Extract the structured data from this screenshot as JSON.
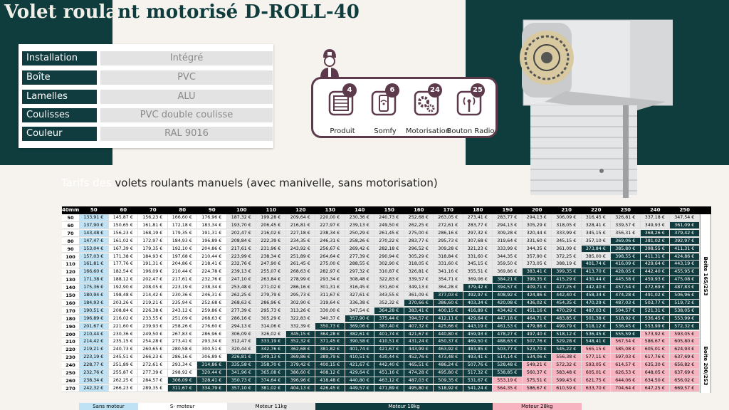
{
  "title_part1": "Volet roula",
  "title_part2": "nt motorisé D-ROLL-40",
  "specs": [
    {
      "label": "Installation",
      "value": "Intégré"
    },
    {
      "label": "Boîte",
      "value": "PVC"
    },
    {
      "label": "Lamelles",
      "value": "ALU"
    },
    {
      "label": "Coulisses",
      "value": "PVC double coulisse"
    },
    {
      "label": "Couleur",
      "value": "RAL 9016"
    }
  ],
  "features": [
    {
      "badge": "4",
      "label": "Produit",
      "icon": "window-icon"
    },
    {
      "badge": "6",
      "label": "Somfy",
      "icon": "smartphone-wifi-icon"
    },
    {
      "badge": "24",
      "label": "Motorisation",
      "icon": "gears-icon"
    },
    {
      "badge": "25",
      "label": "Bouton Radio",
      "icon": "radio-antenna-icon"
    }
  ],
  "subtitle_part1": "Tarifs des",
  "subtitle_part2": " volets roulants manuels (avec manivelle, sans motorisation)",
  "corner": "40mm",
  "widths": [
    "50",
    "60",
    "70",
    "80",
    "90",
    "100",
    "110",
    "120",
    "130",
    "140",
    "150",
    "160",
    "170",
    "180",
    "190",
    "200",
    "210",
    "220",
    "230",
    "240",
    "250"
  ],
  "heights": [
    "50",
    "60",
    "70",
    "80",
    "90",
    "100",
    "110",
    "120",
    "130",
    "140",
    "150",
    "160",
    "170",
    "180",
    "190",
    "200",
    "210",
    "220",
    "230",
    "240",
    "250",
    "260",
    "270"
  ],
  "prices": [
    [
      "133,91 €",
      "145,87 €",
      "156,23 €",
      "166,60 €",
      "176,96 €",
      "187,32 €",
      "199,28 €",
      "209,64 €",
      "220,00 €",
      "230,36 €",
      "240,73 €",
      "252,68 €",
      "263,05 €",
      "273,41 €",
      "283,77 €",
      "294,13 €",
      "306,09 €",
      "316,45 €",
      "326,81 €",
      "337,18 €",
      "347,54 €"
    ],
    [
      "137,90 €",
      "150,65 €",
      "161,81 €",
      "172,18 €",
      "183,34 €",
      "193,70 €",
      "206,45 €",
      "216,81 €",
      "227,97 €",
      "239,13 €",
      "249,50 €",
      "262,25 €",
      "272,61 €",
      "283,77 €",
      "294,13 €",
      "305,29 €",
      "318,05 €",
      "328,41 €",
      "339,57 €",
      "349,93 €",
      "361,09 €"
    ],
    [
      "143,48 €",
      "156,23 €",
      "168,19 €",
      "179,35 €",
      "191,31 €",
      "202,47 €",
      "216,02 €",
      "227,18 €",
      "238,34 €",
      "250,29 €",
      "261,45 €",
      "275,00 €",
      "286,16 €",
      "297,32 €",
      "309,28 €",
      "320,44 €",
      "333,99 €",
      "345,15 €",
      "356,31 €",
      "368,26 €",
      "379,42 €"
    ],
    [
      "147,47 €",
      "161,02 €",
      "172,97 €",
      "184,93 €",
      "196,89 €",
      "208,84 €",
      "222,39 €",
      "234,35 €",
      "246,31 €",
      "258,26 €",
      "270,22 €",
      "283,77 €",
      "295,73 €",
      "307,68 €",
      "319,64 €",
      "331,60 €",
      "345,15 €",
      "357,10 €",
      "369,06 €",
      "381,02 €",
      "392,97 €"
    ],
    [
      "153,04 €",
      "167,39 €",
      "179,35 €",
      "192,10 €",
      "204,86 €",
      "217,61 €",
      "231,96 €",
      "243,92 €",
      "256,67 €",
      "269,42 €",
      "282,18 €",
      "296,52 €",
      "309,28 €",
      "321,23 €",
      "333,99 €",
      "344,35 €",
      "361,09 €",
      "373,84 €",
      "385,80 €",
      "398,55 €",
      "411,31 €"
    ],
    [
      "157,03 €",
      "171,38 €",
      "184,93 €",
      "197,68 €",
      "210,44 €",
      "223,99 €",
      "238,34 €",
      "251,89 €",
      "264,64 €",
      "277,39 €",
      "290,94 €",
      "305,29 €",
      "318,84 €",
      "331,60 €",
      "344,35 €",
      "357,90 €",
      "372,25 €",
      "385,00 €",
      "398,55 €",
      "411,31 €",
      "424,86 €"
    ],
    [
      "161,81 €",
      "177,76 €",
      "191,31 €",
      "204,86 €",
      "218,41 €",
      "232,76 €",
      "247,90 €",
      "261,45 €",
      "275,00 €",
      "288,55 €",
      "302,90 €",
      "318,05 €",
      "331,60 €",
      "345,15 €",
      "359,50 €",
      "373,05 €",
      "388,19 €",
      "401,74 €",
      "416,09 €",
      "429,64 €",
      "443,19 €"
    ],
    [
      "166,60 €",
      "182,54 €",
      "196,09 €",
      "210,44 €",
      "224,78 €",
      "239,13 €",
      "255,07 €",
      "268,63 €",
      "282,97 €",
      "297,32 €",
      "310,87 €",
      "326,81 €",
      "341,16 €",
      "355,51 €",
      "369,86 €",
      "383,41 €",
      "399,35 €",
      "413,70 €",
      "428,05 €",
      "442,40 €",
      "455,95 €"
    ],
    [
      "171,38 €",
      "188,12 €",
      "202,47 €",
      "217,61 €",
      "232,76 €",
      "247,10 €",
      "263,84 €",
      "278,99 €",
      "293,34 €",
      "308,48 €",
      "322,83 €",
      "339,57 €",
      "354,71 €",
      "369,06 €",
      "384,21 €",
      "399,35 €",
      "415,29 €",
      "430,44 €",
      "445,58 €",
      "459,93 €",
      "475,08 €"
    ],
    [
      "175,36 €",
      "192,90 €",
      "208,05 €",
      "223,19 €",
      "238,34 €",
      "253,48 €",
      "271,02 €",
      "286,16 €",
      "301,31 €",
      "316,45 €",
      "331,60 €",
      "349,13 €",
      "364,28 €",
      "379,42 €",
      "394,57 €",
      "409,71 €",
      "427,25 €",
      "442,40 €",
      "457,54 €",
      "472,69 €",
      "487,83 €"
    ],
    [
      "180,94 €",
      "198,48 €",
      "214,42 €",
      "230,36 €",
      "246,31 €",
      "262,25 €",
      "279,79 €",
      "295,73 €",
      "311,67 €",
      "327,61 €",
      "343,55 €",
      "361,09 €",
      "377,03 €",
      "392,97 €",
      "408,92 €",
      "424,86 €",
      "442,40 €",
      "458,34 €",
      "474,28 €",
      "491,02 €",
      "506,96 €"
    ],
    [
      "184,93 €",
      "203,26 €",
      "219,21 €",
      "235,94 €",
      "252,68 €",
      "268,63 €",
      "286,96 €",
      "302,90 €",
      "319,64 €",
      "336,38 €",
      "352,32 €",
      "370,66 €",
      "386,60 €",
      "403,34 €",
      "420,08 €",
      "436,02 €",
      "454,35 €",
      "470,29 €",
      "487,03 €",
      "503,77 €",
      "519,72 €"
    ],
    [
      "190,51 €",
      "208,84 €",
      "226,38 €",
      "243,12 €",
      "259,86 €",
      "277,39 €",
      "295,73 €",
      "313,26 €",
      "330,00 €",
      "347,54 €",
      "364,28 €",
      "383,41 €",
      "400,15 €",
      "416,89 €",
      "434,42 €",
      "451,16 €",
      "470,29 €",
      "487,03 €",
      "504,57 €",
      "521,31 €",
      "538,05 €"
    ],
    [
      "196,89 €",
      "216,02 €",
      "233,55 €",
      "251,09 €",
      "268,63 €",
      "286,16 €",
      "305,29 €",
      "322,83 €",
      "340,37 €",
      "357,90 €",
      "375,44 €",
      "394,57 €",
      "412,11 €",
      "429,64 €",
      "447,18 €",
      "464,71 €",
      "483,85 €",
      "501,38 €",
      "518,92 €",
      "536,45 €",
      "553,99 €"
    ],
    [
      "201,67 €",
      "221,60 €",
      "239,93 €",
      "258,26 €",
      "276,60 €",
      "294,13 €",
      "314,06 €",
      "332,39 €",
      "350,73 €",
      "369,06 €",
      "387,40 €",
      "407,32 €",
      "425,66 €",
      "443,19 €",
      "461,53 €",
      "479,86 €",
      "499,79 €",
      "518,12 €",
      "536,45 €",
      "553,99 €",
      "572,32 €"
    ],
    [
      "210,44 €",
      "230,36 €",
      "249,50 €",
      "267,83 €",
      "286,96 €",
      "306,09 €",
      "326,02 €",
      "345,15 €",
      "364,28 €",
      "382,61 €",
      "401,74 €",
      "421,67 €",
      "440,80 €",
      "459,93 €",
      "478,27 €",
      "497,40 €",
      "518,12 €",
      "536,45 €",
      "555,59 €",
      "573,92 €",
      "593,05 €"
    ],
    [
      "214,42 €",
      "235,15 €",
      "254,28 €",
      "273,41 €",
      "293,34 €",
      "312,47 €",
      "333,19 €",
      "352,32 €",
      "371,45 €",
      "390,58 €",
      "410,51 €",
      "431,24 €",
      "450,37 €",
      "469,50 €",
      "488,63 €",
      "507,76 €",
      "529,28 €",
      "548,41 €",
      "567,54 €",
      "586,67 €",
      "605,80 €"
    ],
    [
      "219,21 €",
      "240,73 €",
      "260,65 €",
      "280,58 €",
      "300,51 €",
      "320,44 €",
      "342,76 €",
      "362,68 €",
      "381,82 €",
      "401,74 €",
      "421,67 €",
      "443,99 €",
      "463,92 €",
      "483,85 €",
      "503,77 €",
      "523,70 €",
      "545,22 €",
      "565,15 €",
      "585,08 €",
      "605,01 €",
      "624,93 €"
    ],
    [
      "223,19 €",
      "245,51 €",
      "266,23 €",
      "286,16 €",
      "306,89 €",
      "326,81 €",
      "349,13 €",
      "369,86 €",
      "389,79 €",
      "410,51 €",
      "430,44 €",
      "452,76 €",
      "473,48 €",
      "493,41 €",
      "514,14 €",
      "534,06 €",
      "556,38 €",
      "577,11 €",
      "597,03 €",
      "617,76 €",
      "637,69 €"
    ],
    [
      "228,77 €",
      "251,89 €",
      "272,61 €",
      "293,34 €",
      "314,86 €",
      "335,58 €",
      "358,70 €",
      "379,42 €",
      "400,15 €",
      "421,67 €",
      "442,40 €",
      "465,51 €",
      "486,24 €",
      "507,76 €",
      "528,48 €",
      "549,21 €",
      "572,32 €",
      "593,05 €",
      "614,57 €",
      "635,30 €",
      "656,82 €"
    ],
    [
      "232,76 €",
      "255,87 €",
      "277,39 €",
      "298,92 €",
      "320,44 €",
      "341,96 €",
      "365,08 €",
      "386,60 €",
      "408,12 €",
      "429,64 €",
      "451,16 €",
      "474,28 €",
      "495,80 €",
      "517,32 €",
      "538,85 €",
      "560,37 €",
      "583,48 €",
      "605,01 €",
      "626,53 €",
      "648,05 €",
      "637,69 €"
    ],
    [
      "238,34 €",
      "262,25 €",
      "284,57 €",
      "306,09 €",
      "328,41 €",
      "350,73 €",
      "374,64 €",
      "396,96 €",
      "418,48 €",
      "440,80 €",
      "463,12 €",
      "487,03 €",
      "509,35 €",
      "531,67 €",
      "553,19 €",
      "575,51 €",
      "599,43 €",
      "621,75 €",
      "644,06 €",
      "634,50 €",
      "656,02 €"
    ],
    [
      "242,32 €",
      "266,23 €",
      "289,35 €",
      "311,67 €",
      "334,79 €",
      "357,10 €",
      "381,02 €",
      "404,13 €",
      "426,45 €",
      "449,57 €",
      "471,89 €",
      "495,80 €",
      "518,92 €",
      "541,24 €",
      "564,35 €",
      "586,67 €",
      "610,59 €",
      "633,70 €",
      "704,64 €",
      "647,25 €",
      "669,57 €"
    ]
  ],
  "side_labels": [
    "Boîte 165/2S3",
    "Boîte 200/2S3"
  ],
  "legend": [
    "Sans moteur",
    "S- moteur",
    "Moteur 11kg",
    "Moteur 18kg",
    "Moteur 28kg"
  ],
  "colors": {
    "teal": "#0f3c3c",
    "blue": "#bfe3f4",
    "pink": "#f7b3c0",
    "plum": "#5c3a4c"
  }
}
